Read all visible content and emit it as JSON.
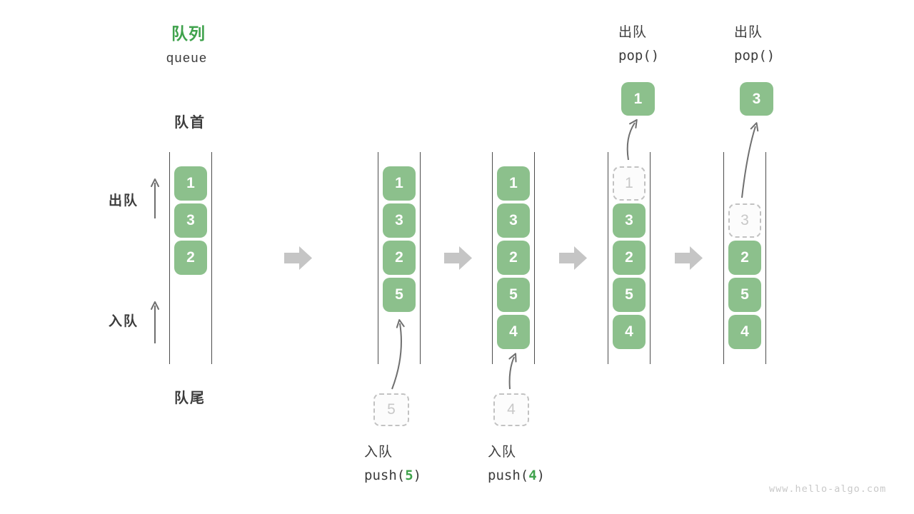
{
  "header": {
    "title_zh": "队列",
    "title_en": "queue"
  },
  "side_labels": {
    "front": "队首",
    "rear": "队尾",
    "dequeue": "出队",
    "enqueue": "入队"
  },
  "watermark": "www.hello-algo.com",
  "colors": {
    "accent_green": "#3fa24c",
    "cell_green": "#8cc08c",
    "muted_gray": "#c8c8c8",
    "arrow_gray": "#6f6f6f",
    "block_arrow_gray": "#c5c5c5"
  },
  "stages": [
    {
      "cells": [
        {
          "slot": 1,
          "value": "1",
          "style": "solid"
        },
        {
          "slot": 2,
          "value": "3",
          "style": "solid"
        },
        {
          "slot": 3,
          "value": "2",
          "style": "solid"
        }
      ]
    },
    {
      "cells": [
        {
          "slot": 1,
          "value": "1",
          "style": "solid"
        },
        {
          "slot": 2,
          "value": "3",
          "style": "solid"
        },
        {
          "slot": 3,
          "value": "2",
          "style": "solid"
        },
        {
          "slot": 4,
          "value": "5",
          "style": "solid"
        }
      ],
      "staging_box": {
        "value": "5"
      },
      "op": {
        "kind": "push",
        "label": "入队",
        "code_prefix": "push(",
        "code_value": "5",
        "code_suffix": ")"
      }
    },
    {
      "cells": [
        {
          "slot": 1,
          "value": "1",
          "style": "solid"
        },
        {
          "slot": 2,
          "value": "3",
          "style": "solid"
        },
        {
          "slot": 3,
          "value": "2",
          "style": "solid"
        },
        {
          "slot": 4,
          "value": "5",
          "style": "solid"
        },
        {
          "slot": 5,
          "value": "4",
          "style": "solid"
        }
      ],
      "staging_box": {
        "value": "4"
      },
      "op": {
        "kind": "push",
        "label": "入队",
        "code_prefix": "push(",
        "code_value": "4",
        "code_suffix": ")"
      }
    },
    {
      "cells": [
        {
          "slot": 1,
          "value": "1",
          "style": "dashed"
        },
        {
          "slot": 2,
          "value": "3",
          "style": "solid"
        },
        {
          "slot": 3,
          "value": "2",
          "style": "solid"
        },
        {
          "slot": 4,
          "value": "5",
          "style": "solid"
        },
        {
          "slot": 5,
          "value": "4",
          "style": "solid"
        }
      ],
      "popped_box": {
        "value": "1"
      },
      "op": {
        "kind": "pop",
        "label": "出队",
        "code": "pop()"
      }
    },
    {
      "cells": [
        {
          "slot": 2,
          "value": "3",
          "style": "dashed"
        },
        {
          "slot": 3,
          "value": "2",
          "style": "solid"
        },
        {
          "slot": 4,
          "value": "5",
          "style": "solid"
        },
        {
          "slot": 5,
          "value": "4",
          "style": "solid"
        }
      ],
      "popped_box": {
        "value": "3"
      },
      "op": {
        "kind": "pop",
        "label": "出队",
        "code": "pop()"
      }
    }
  ]
}
